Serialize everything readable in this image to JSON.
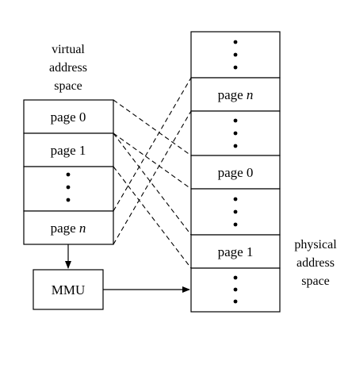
{
  "virtual_space": {
    "caption": [
      "virtual",
      "address",
      "space"
    ],
    "pages": [
      {
        "label": "page 0"
      },
      {
        "label": "page 1"
      },
      {
        "label": ""
      },
      {
        "label": "page n"
      }
    ]
  },
  "mmu": {
    "label": "MMU"
  },
  "physical_space": {
    "caption": [
      "physical",
      "address",
      "space"
    ],
    "slots": [
      {
        "label": ""
      },
      {
        "label": "page n"
      },
      {
        "label": ""
      },
      {
        "label": "page 0"
      },
      {
        "label": ""
      },
      {
        "label": "page 1"
      },
      {
        "label": ""
      }
    ]
  }
}
